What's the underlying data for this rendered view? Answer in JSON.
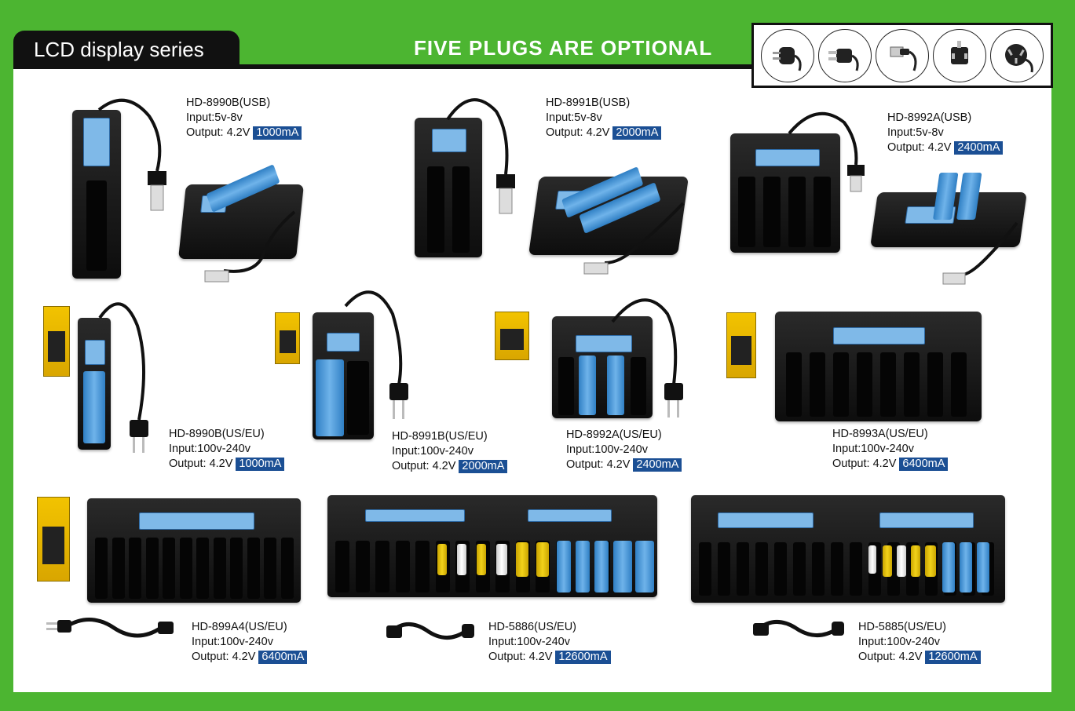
{
  "header": {
    "tab_title": "LCD display series",
    "headline": "FIVE PLUGS ARE OPTIONAL"
  },
  "plugs": [
    "eu-plug-icon",
    "us-plug-icon",
    "usb-plug-icon",
    "uk-plug-icon",
    "au-plug-icon"
  ],
  "colors": {
    "background": "#4cb531",
    "badge": "#1b4f94"
  },
  "products": [
    {
      "model": "HD-8990B(USB)",
      "input": "Input:5v-8v",
      "output": "Output: 4.2V",
      "current": "1000mA"
    },
    {
      "model": "HD-8991B(USB)",
      "input": "Input:5v-8v",
      "output": "Output: 4.2V",
      "current": "2000mA"
    },
    {
      "model": "HD-8992A(USB)",
      "input": "Input:5v-8v",
      "output": "Output: 4.2V",
      "current": "2400mA"
    },
    {
      "model": "HD-8990B(US/EU)",
      "input": "Input:100v-240v",
      "output": "Output: 4.2V",
      "current": "1000mA"
    },
    {
      "model": "HD-8991B(US/EU)",
      "input": "Input:100v-240v",
      "output": "Output: 4.2V",
      "current": "2000mA"
    },
    {
      "model": "HD-8992A(US/EU)",
      "input": "Input:100v-240v",
      "output": "Output: 4.2V",
      "current": "2400mA"
    },
    {
      "model": "HD-8993A(US/EU)",
      "input": "Input:100v-240v",
      "output": "Output: 4.2V",
      "current": "6400mA"
    },
    {
      "model": "HD-899A4(US/EU)",
      "input": "Input:100v-240v",
      "output": "Output: 4.2V",
      "current": "6400mA"
    },
    {
      "model": "HD-5886(US/EU)",
      "input": "Input:100v-240v",
      "output": "Output: 4.2V",
      "current": "12600mA"
    },
    {
      "model": "HD-5885(US/EU)",
      "input": "Input:100v-240v",
      "output": "Output: 4.2V",
      "current": "12600mA"
    }
  ]
}
